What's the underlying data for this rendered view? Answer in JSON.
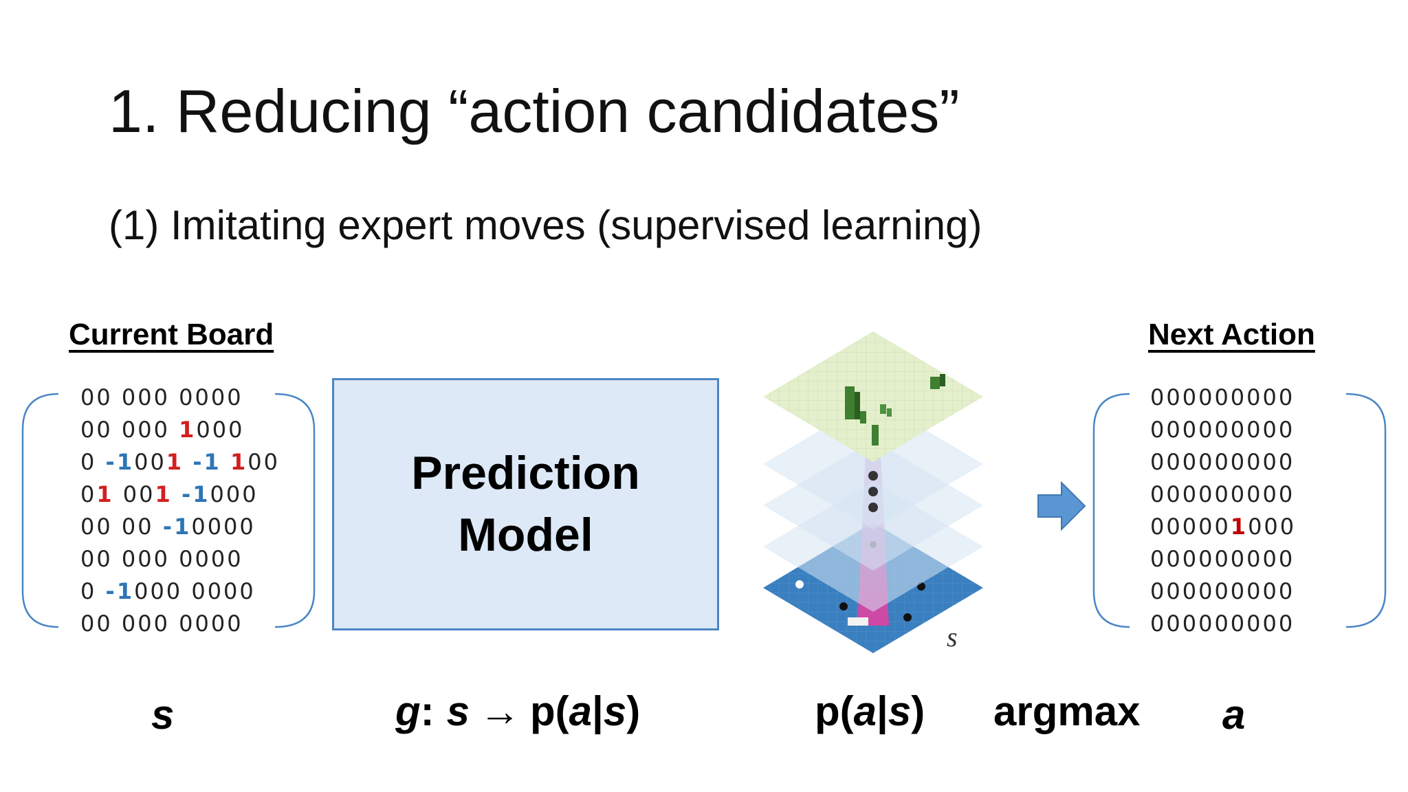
{
  "slide": {
    "title": "1. Reducing “action candidates”",
    "subtitle": "(1) Imitating expert moves (supervised learning)"
  },
  "current_board": {
    "heading": "Current Board",
    "rows": [
      [
        [
          "00 000 0000",
          "n"
        ]
      ],
      [
        [
          "00 000 ",
          "n"
        ],
        [
          "1",
          "pos"
        ],
        [
          "000",
          "n"
        ]
      ],
      [
        [
          "0 ",
          "n"
        ],
        [
          "-1",
          "neg"
        ],
        [
          "00",
          "n"
        ],
        [
          "1",
          "pos"
        ],
        [
          " ",
          "n"
        ],
        [
          "-1",
          "neg"
        ],
        [
          " ",
          "n"
        ],
        [
          "1",
          "pos"
        ],
        [
          "00",
          "n"
        ]
      ],
      [
        [
          "0",
          "n"
        ],
        [
          "1",
          "pos"
        ],
        [
          " 00",
          "n"
        ],
        [
          "1",
          "pos"
        ],
        [
          " ",
          "n"
        ],
        [
          "-1",
          "neg"
        ],
        [
          "000",
          "n"
        ]
      ],
      [
        [
          "00 00 ",
          "n"
        ],
        [
          "-1",
          "neg"
        ],
        [
          "0000",
          "n"
        ]
      ],
      [
        [
          "00 000 0000",
          "n"
        ]
      ],
      [
        [
          "0 ",
          "n"
        ],
        [
          "-1",
          "neg"
        ],
        [
          "000 0000",
          "n"
        ]
      ],
      [
        [
          "00 000 0000",
          "n"
        ]
      ]
    ]
  },
  "prediction_model": {
    "line1": "Prediction",
    "line2": "Model"
  },
  "network": {
    "input_label": "s",
    "accent_color": "#3a7fbf",
    "output_color": "#e4efcc"
  },
  "arrow": {
    "icon": "right-arrow-icon",
    "color": "#4a86c5"
  },
  "next_action": {
    "heading": "Next Action",
    "rows": [
      [
        [
          "000000000",
          "n"
        ]
      ],
      [
        [
          "000000000",
          "n"
        ]
      ],
      [
        [
          "000000000",
          "n"
        ]
      ],
      [
        [
          "000000000",
          "n"
        ]
      ],
      [
        [
          "00000",
          "n"
        ],
        [
          "1",
          "hit"
        ],
        [
          "000",
          "n"
        ]
      ],
      [
        [
          "000000000",
          "n"
        ]
      ],
      [
        [
          "000000000",
          "n"
        ]
      ],
      [
        [
          "000000000",
          "n"
        ]
      ]
    ]
  },
  "labels": {
    "s": "s",
    "g_var": "g",
    "g_colon": ":",
    "g_s": "s",
    "arrow_glyph": "→",
    "p_open": "p(",
    "a": "a",
    "bar": "|",
    "p_s": "s",
    "p_close": ")",
    "argmax": "argmax",
    "a_final": "a"
  },
  "colors": {
    "positive": "#d21f1f",
    "negative": "#2e75b6",
    "bracket": "#4a86c5",
    "box_fill": "#dde9f7",
    "box_border": "#4a86c5"
  }
}
